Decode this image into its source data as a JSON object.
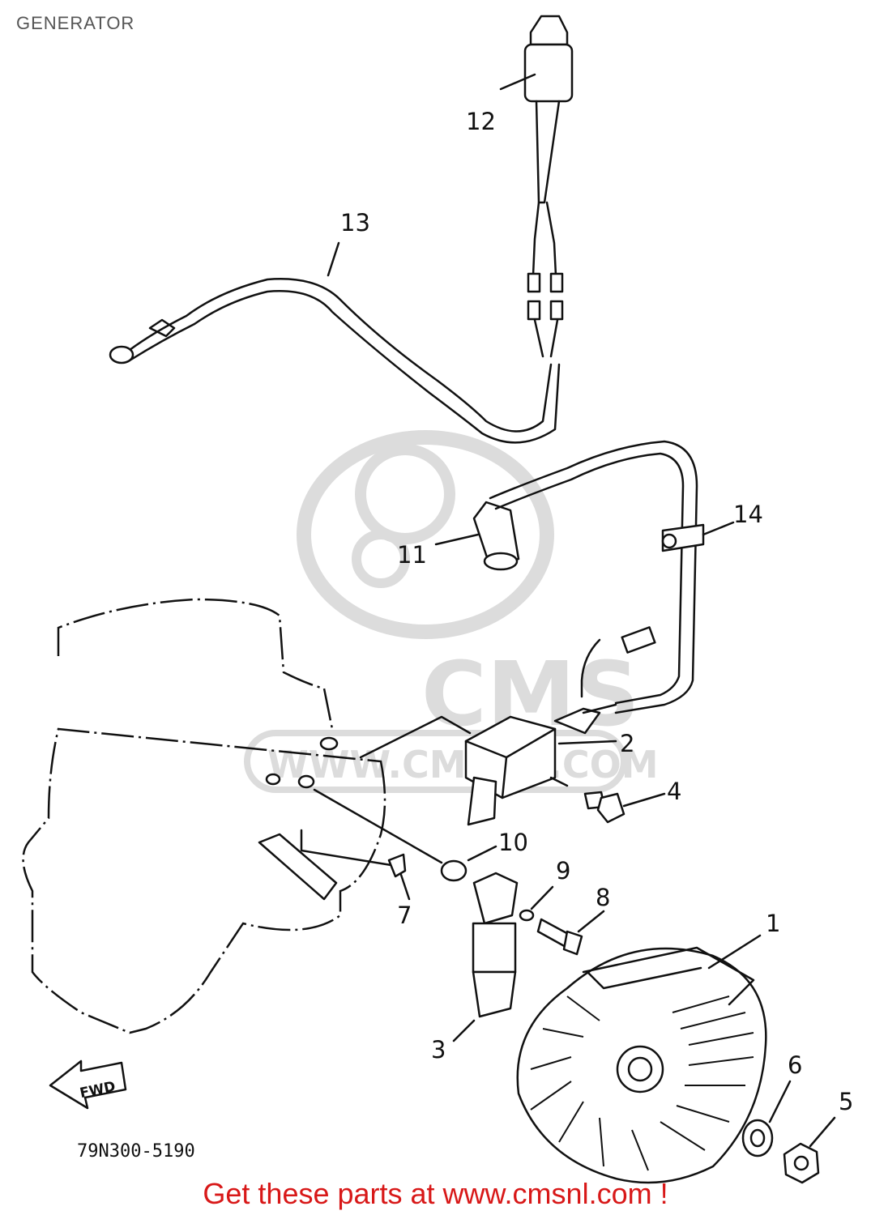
{
  "page": {
    "title": "GENERATOR",
    "footer_text": "Get these parts at www.cmsnl.com !"
  },
  "diagram": {
    "code": "79N300-5190",
    "fwd_label": "FWD",
    "watermark": {
      "brand": "CMS",
      "url": "WWW.CMSNL.COM"
    },
    "part_labels": {
      "p1": "1",
      "p2": "2",
      "p3": "3",
      "p4": "4",
      "p5": "5",
      "p6": "6",
      "p7": "7",
      "p8": "8",
      "p9": "9",
      "p10": "10",
      "p11": "11",
      "p12": "12",
      "p13": "13",
      "p14": "14"
    }
  },
  "colors": {
    "footer": "#d81818",
    "lines": "#111111",
    "watermark": "#dcdcdc"
  }
}
